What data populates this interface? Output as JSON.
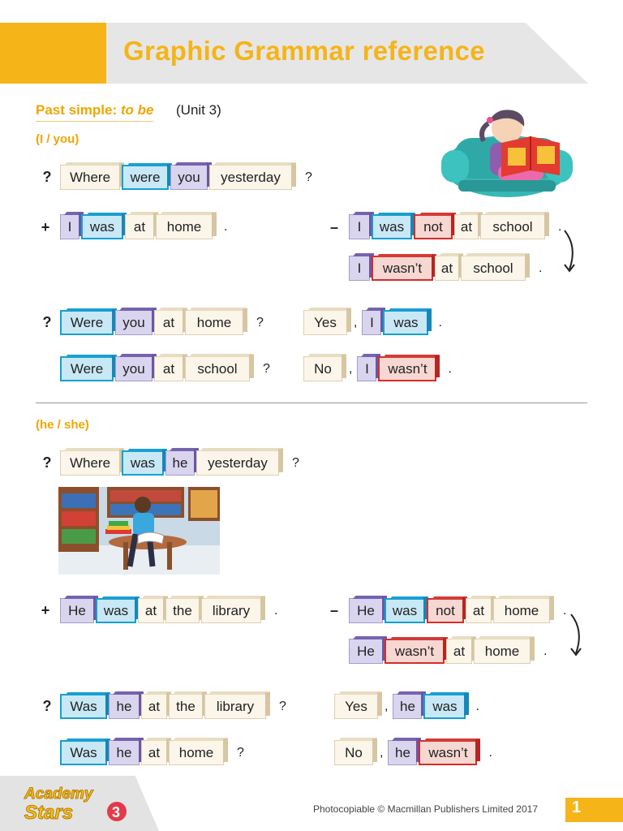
{
  "header": {
    "title": "Graphic Grammar reference"
  },
  "section": {
    "title_main": "Past simple: ",
    "title_em": "to be",
    "unit": "(Unit 3)"
  },
  "part1": {
    "subhead": "(I / you)",
    "q1": [
      "Where",
      "were",
      "you",
      "yesterday"
    ],
    "pos": [
      "I",
      "was",
      "at",
      "home"
    ],
    "neg1": [
      "I",
      "was",
      "not",
      "at",
      "school"
    ],
    "neg2": [
      "I",
      "wasn’t",
      "at",
      "school"
    ],
    "yq1": [
      "Were",
      "you",
      "at",
      "home"
    ],
    "yq2": [
      "Were",
      "you",
      "at",
      "school"
    ],
    "ans_yes": [
      "Yes",
      "I",
      "was"
    ],
    "ans_no": [
      "No",
      "I",
      "wasn’t"
    ]
  },
  "part2": {
    "subhead": "(he / she)",
    "q1": [
      "Where",
      "was",
      "he",
      "yesterday"
    ],
    "pos": [
      "He",
      "was",
      "at",
      "the",
      "library"
    ],
    "neg1": [
      "He",
      "was",
      "not",
      "at",
      "home"
    ],
    "neg2": [
      "He",
      "wasn’t",
      "at",
      "home"
    ],
    "yq1": [
      "Was",
      "he",
      "at",
      "the",
      "library"
    ],
    "yq2": [
      "Was",
      "he",
      "at",
      "home"
    ],
    "ans_yes": [
      "Yes",
      "he",
      "was"
    ],
    "ans_no": [
      "No",
      "he",
      "wasn’t"
    ]
  },
  "symbols": {
    "question": "?",
    "plus": "+",
    "minus": "–",
    "period": ".",
    "comma": ","
  },
  "footer": {
    "copyright": "Photocopiable © Macmillan Publishers Limited 2017",
    "page": "1",
    "logo_line1": "Academy",
    "logo_line2": "Stars",
    "logo_num": "3"
  }
}
